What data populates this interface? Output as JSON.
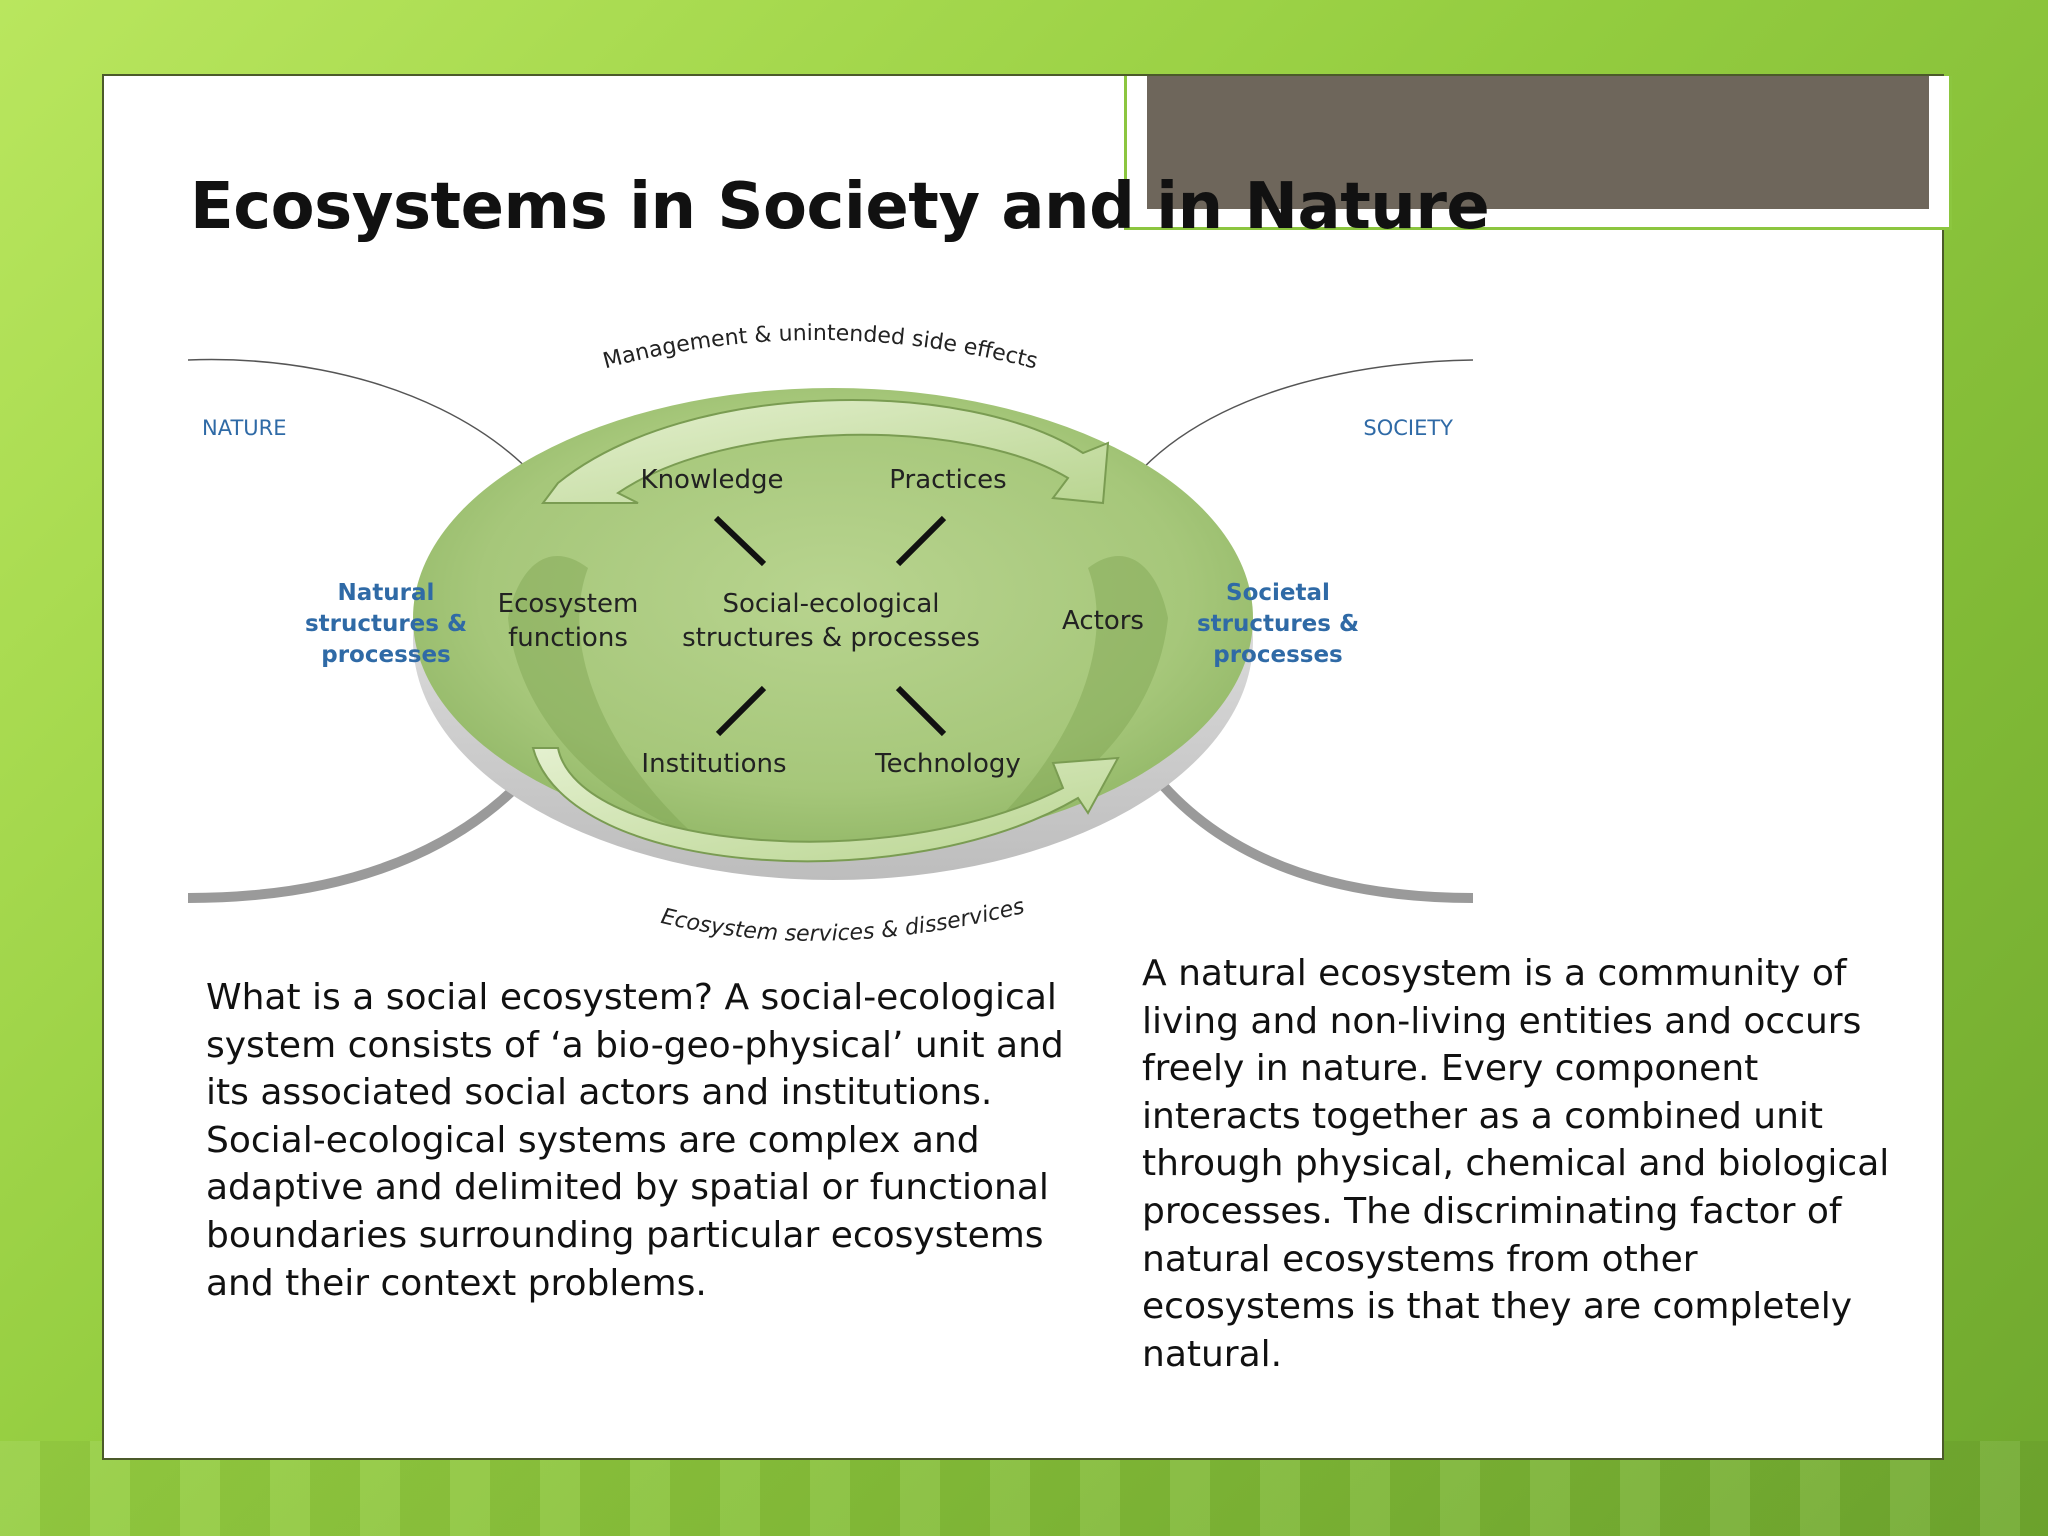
{
  "slide": {
    "title": "Ecosystems in Society and in Nature"
  },
  "diagram": {
    "nature_label": "NATURE",
    "society_label": "SOCIETY",
    "top_arc_label": "Management & unintended side effects",
    "bottom_arc_label": "Ecosystem services & disservices",
    "natural_structures": [
      "Natural",
      "structures &",
      "processes"
    ],
    "societal_structures": [
      "Societal",
      "structures &",
      "processes"
    ],
    "ecosystem_functions": [
      "Ecosystem",
      "functions"
    ],
    "center": [
      "Social-ecological",
      "structures & processes"
    ],
    "knowledge": "Knowledge",
    "practices": "Practices",
    "institutions": "Institutions",
    "technology": "Technology",
    "actors": "Actors",
    "colors": {
      "ellipse_fill": "#a9c97e",
      "ellipse_dark": "#8fb564",
      "label_blue": "#2f6aa6",
      "arrow_fill": "#cfe5ad"
    }
  },
  "text": {
    "left_paragraph": "What is a social ecosystem? A social-ecological system consists of ‘a bio-geo-physical’ unit and its associated social actors and institutions. Social-ecological systems are complex and adaptive and delimited by spatial or functional boundaries surrounding particular ecosystems and their context problems.",
    "right_paragraph": "A natural ecosystem is a community of living and non-living entities and occurs freely in nature. Every component interacts together as a combined unit through physical, chemical and biological processes. The discriminating factor of natural ecosystems from other ecosystems is that they are completely natural."
  }
}
